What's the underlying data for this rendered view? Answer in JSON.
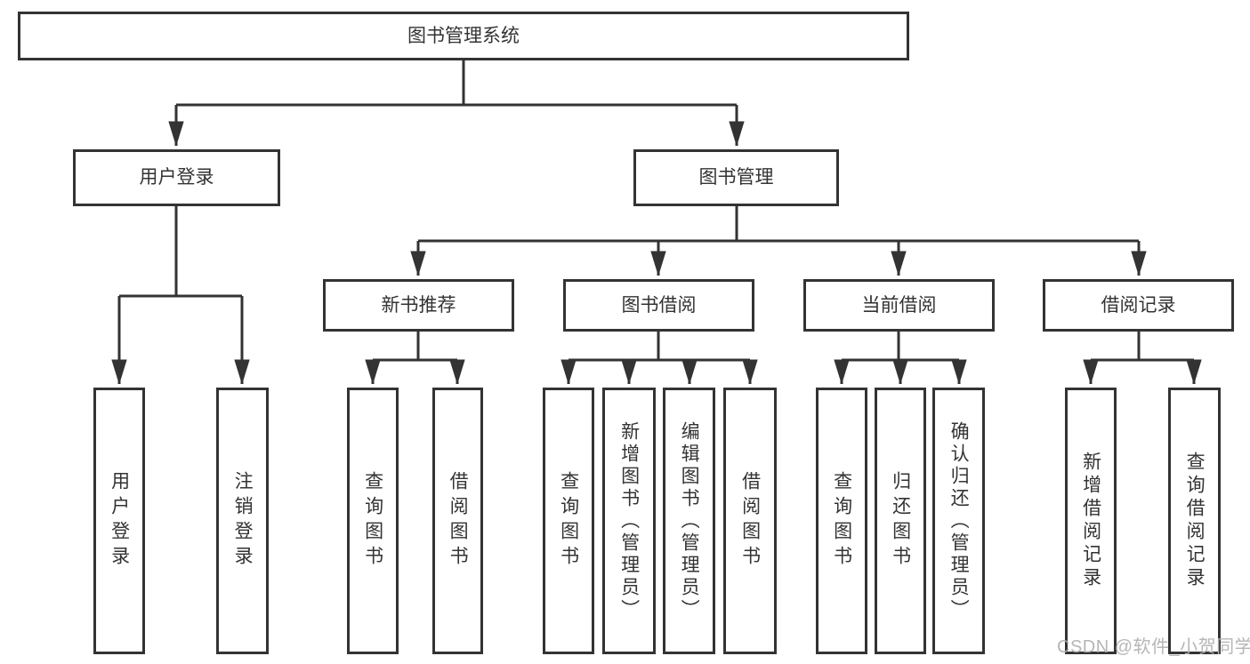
{
  "diagram": {
    "root": {
      "label": "图书管理系统"
    },
    "level2": {
      "user_login": {
        "label": "用户登录"
      },
      "book_management": {
        "label": "图书管理"
      }
    },
    "level3": {
      "new_books": {
        "label": "新书推荐"
      },
      "book_borrow": {
        "label": "图书借阅"
      },
      "current_borrow": {
        "label": "当前借阅"
      },
      "borrow_records": {
        "label": "借阅记录"
      }
    },
    "leaves": {
      "user_login": [
        "用户登录",
        "注销登录"
      ],
      "new_books": [
        "查询图书",
        "借阅图书"
      ],
      "book_borrow": [
        "查询图书",
        "新增图书（管理员）",
        "编辑图书（管理员）",
        "借阅图书"
      ],
      "current_borrow": [
        "查询图书",
        "归还图书",
        "确认归还（管理员）"
      ],
      "borrow_records": [
        "新增借阅记录",
        "查询借阅记录"
      ]
    }
  },
  "watermark": {
    "text": "CSDN @软件_小贺同学"
  },
  "colors": {
    "stroke": "#333333",
    "box_fill": "#ffffff",
    "text": "#333333",
    "watermark": "#b0b0b0",
    "background": "#ffffff"
  }
}
